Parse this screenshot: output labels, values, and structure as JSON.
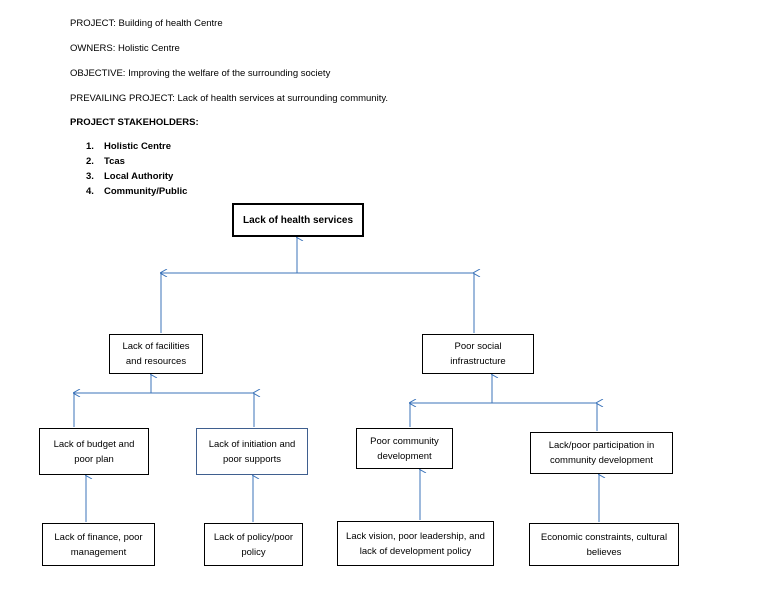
{
  "header": {
    "project": "PROJECT: Building of health Centre",
    "owners": "OWNERS: Holistic Centre",
    "objective": "OBJECTIVE: Improving the welfare of the surrounding society",
    "prevailing": "PREVAILING PROJECT: Lack of health services at surrounding community."
  },
  "stakeholders": {
    "heading": "PROJECT STAKEHOLDERS:",
    "items": [
      {
        "num": "1.",
        "label": "Holistic Centre"
      },
      {
        "num": "2.",
        "label": "Tcas"
      },
      {
        "num": "3.",
        "label": "Local Authority"
      },
      {
        "num": "4.",
        "label": "Community/Public"
      }
    ]
  },
  "tree": {
    "root": "Lack of health services",
    "left_cause": "Lack of facilities and resources",
    "right_cause": "Poor social infrastructure",
    "budget": "Lack of budget and poor plan",
    "initiation": "Lack of initiation and poor supports",
    "community_dev": "Poor community development",
    "participation": "Lack/poor participation in community development",
    "finance": "Lack of finance, poor management",
    "policy": "Lack of policy/poor policy",
    "vision": "Lack vision, poor leadership, and lack of development policy",
    "economic": "Economic constraints, cultural believes"
  },
  "colors": {
    "connector": "#3b73b9",
    "box_border": "#000000",
    "blue_border": "#3f5f8f"
  }
}
